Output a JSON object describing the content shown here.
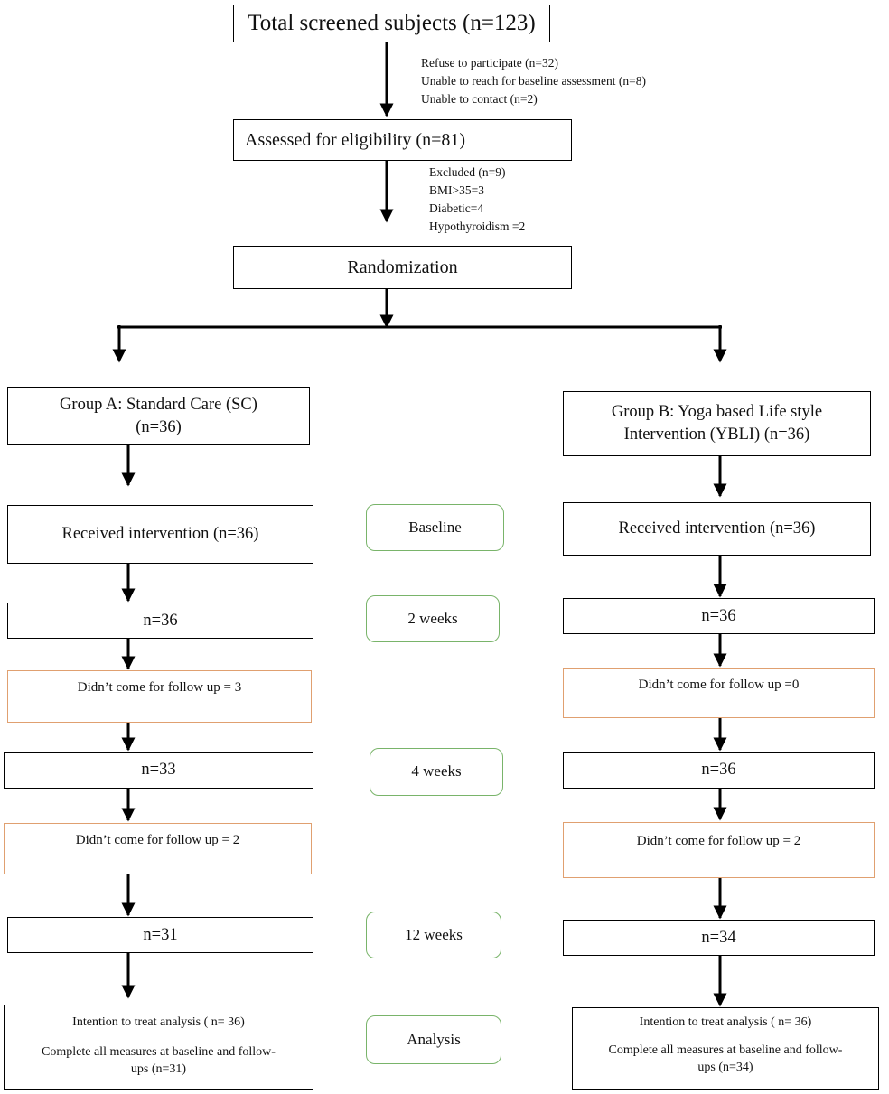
{
  "screened": "Total screened subjects (n=123)",
  "screen_exclusions": [
    "Refuse to participate (n=32)",
    "Unable to reach for baseline assessment (n=8)",
    "Unable to contact (n=2)"
  ],
  "eligibility": "Assessed for eligibility  (n=81)",
  "eligibility_exclusions": [
    "Excluded  (n=9)",
    "BMI>35=3",
    "Diabetic=4",
    "Hypothyroidism =2"
  ],
  "randomization": "Randomization",
  "group_a": {
    "title_line1": "Group A: Standard Care (SC)",
    "title_line2": "(n=36)",
    "received": "Received intervention (n=36)",
    "week2": "n=36",
    "dropout1": "Didn’t come for follow up = 3",
    "week4": "n=33",
    "dropout2": "Didn’t come for follow up = 2",
    "week12": "n=31",
    "analysis_line1": "Intention to treat analysis ( n= 36)",
    "analysis_line2": "Complete all measures at baseline and follow-",
    "analysis_line3": "ups (n=31)"
  },
  "group_b": {
    "title_line1": "Group B: Yoga based Life style",
    "title_line2": "Intervention (YBLI) (n=36)",
    "received": "Received intervention (n=36)",
    "week2": "n=36",
    "dropout1": "Didn’t come for follow up =0",
    "week4": "n=36",
    "dropout2": "Didn’t come for follow up = 2",
    "week12": "n=34",
    "analysis_line1": "Intention to treat analysis ( n= 36)",
    "analysis_line2": "Complete all measures at baseline and follow-",
    "analysis_line3": "ups (n=34)"
  },
  "timepoints": {
    "baseline": "Baseline",
    "week2": "2 weeks",
    "week4": "4 weeks",
    "week12": "12 weeks",
    "analysis": "Analysis"
  }
}
